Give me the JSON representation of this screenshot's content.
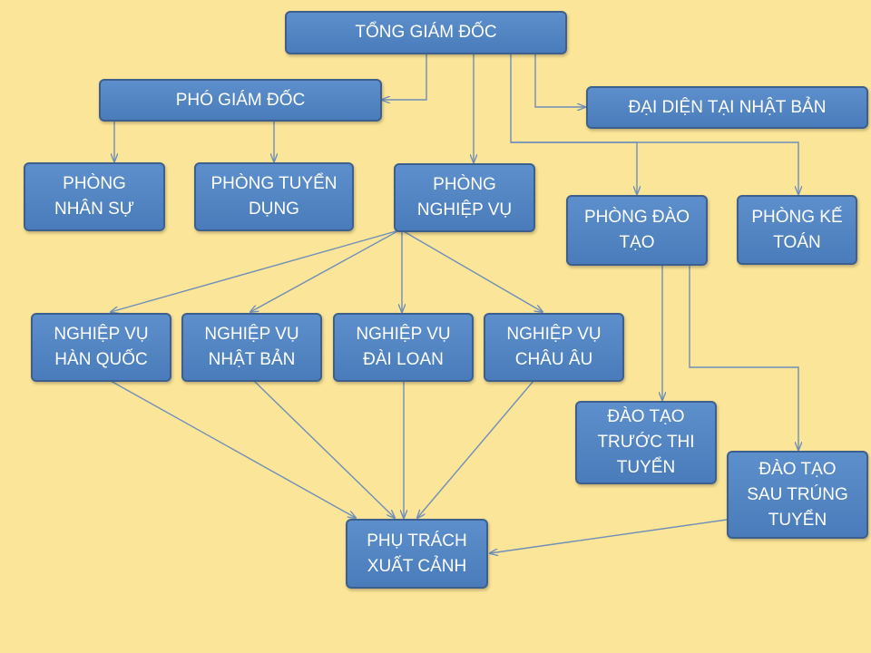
{
  "colors": {
    "background": "#fbe598",
    "box_fill": "#4f81bd",
    "box_border": "#3c5f8e",
    "connector": "#6f8fb8",
    "text": "#ffffff"
  },
  "nodes": {
    "ceo": "TỔNG GIÁM ĐỐC",
    "vice_director": "PHÓ  GIÁM ĐỐC",
    "japan_rep": "ĐẠI DIỆN TẠI NHẬT BẢN",
    "hr": "PHÒNG\nNHÂN SỰ",
    "recruitment": "PHÒNG TUYỂN\nDỤNG",
    "operations": "PHÒNG\nNGHIỆP VỤ",
    "training": "PHÒNG ĐÀO\nTẠO",
    "accounting": "PHÒNG KẾ\nTOÁN",
    "ops_korea": "NGHIỆP VỤ\nHÀN QUỐC",
    "ops_japan": "NGHIỆP VỤ\nNHẬT BẢN",
    "ops_taiwan": "NGHIỆP VỤ\nĐÀI LOAN",
    "ops_europe": "NGHIỆP VỤ\nCHÂU ÂU",
    "pre_exam_training": "ĐÀO TẠO\nTRƯỚC THI\nTUYỂN",
    "post_hire_training": "ĐÀO TẠO\nSAU TRÚNG\nTUYỂN",
    "emigration": "PHỤ TRÁCH\nXUẤT CẢNH"
  }
}
